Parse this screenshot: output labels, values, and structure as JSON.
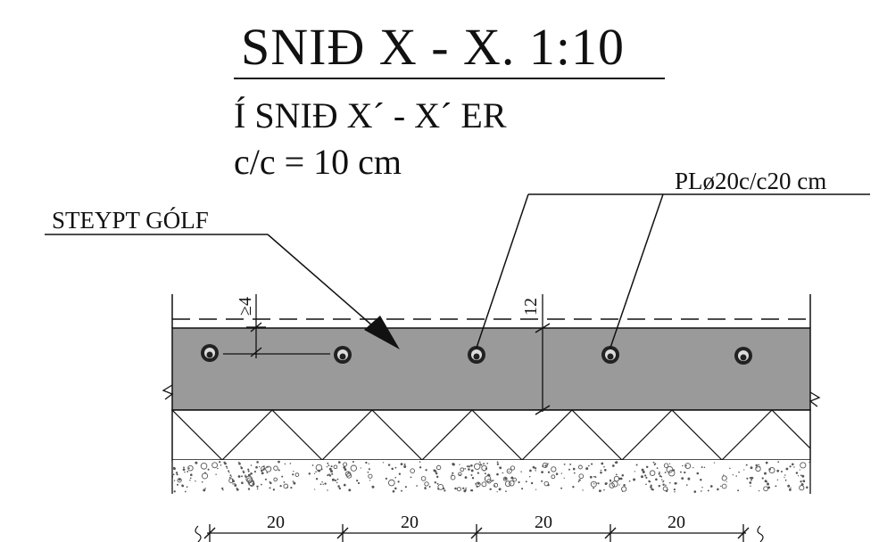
{
  "title": "SNIÐ X - X. 1:10",
  "subtitle_line1": "Í SNIÐ X´ - X´ ER",
  "subtitle_line2": "c/c = 10 cm",
  "labels": {
    "floor": "STEYPT GÓLF",
    "rebar": "PLø20c/c20 cm"
  },
  "dimensions": {
    "cover": "≥4",
    "thickness": "12",
    "spacings": [
      "20",
      "20",
      "20",
      "20"
    ]
  },
  "colors": {
    "ink": "#111111",
    "slab_fill": "#9a9a9a",
    "gravel_dots": "#555555"
  }
}
